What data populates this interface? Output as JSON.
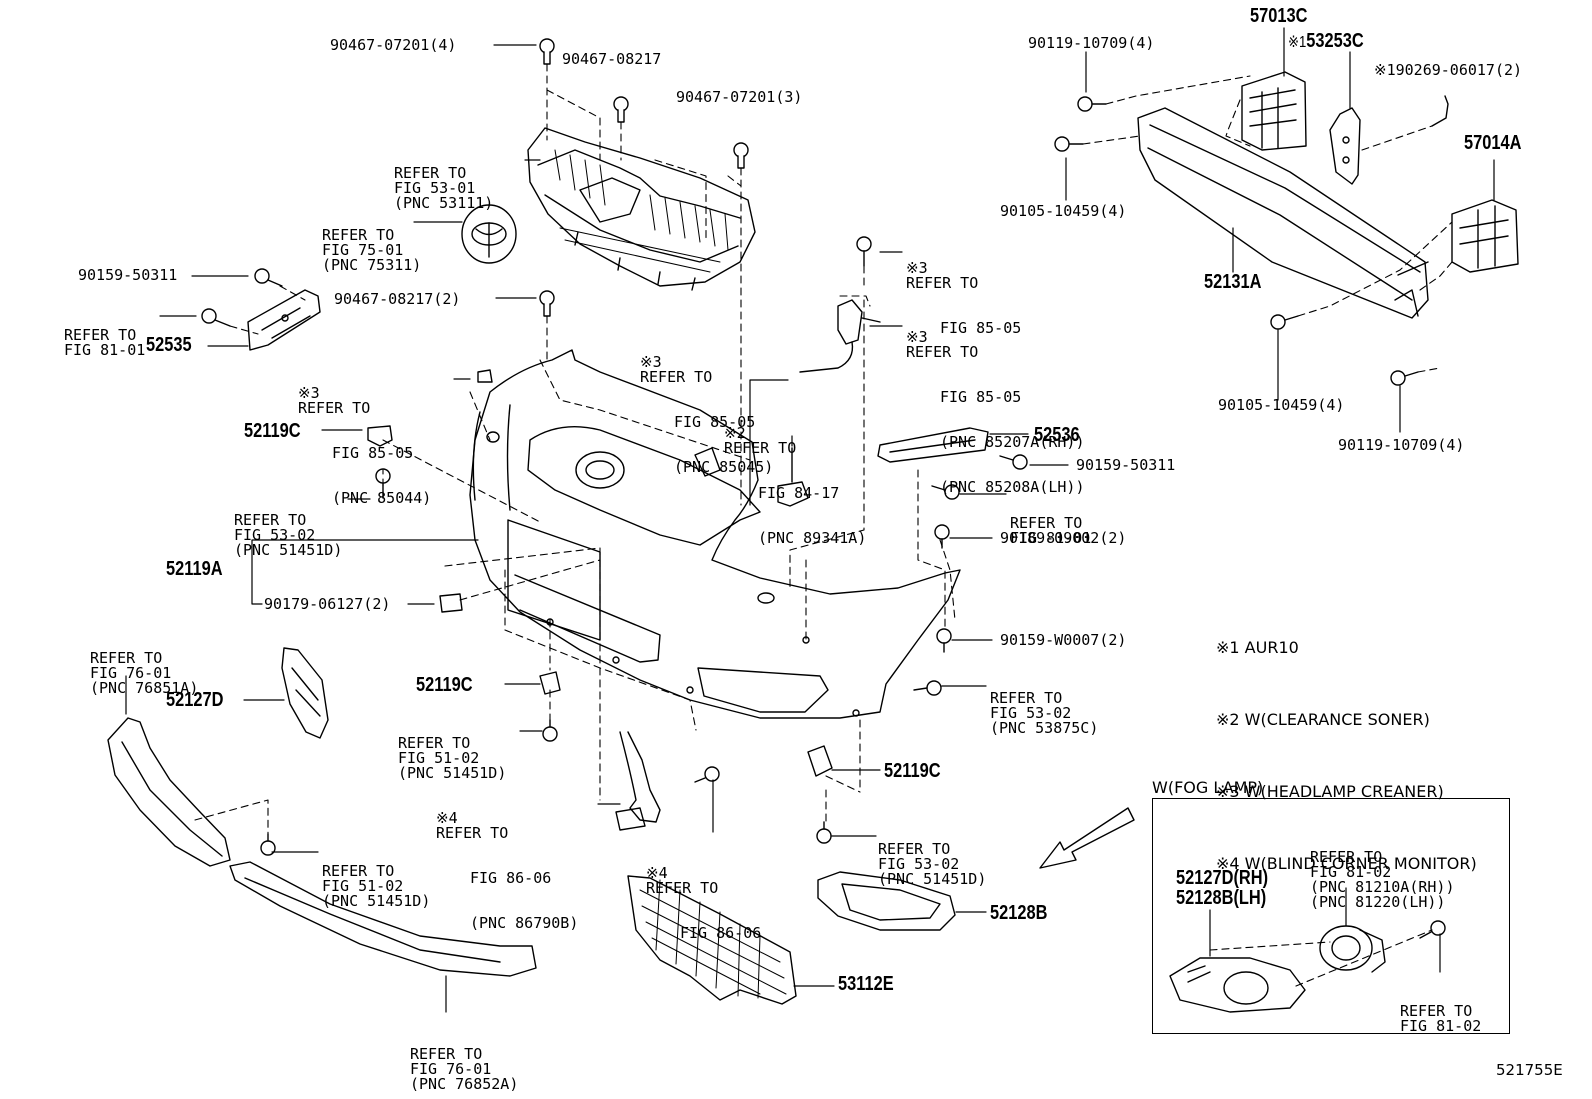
{
  "diagram_id": "521755E",
  "parts": {
    "p57013C": "57013C",
    "p53253C": "53253C",
    "p57014A": "57014A",
    "p52131A": "52131A",
    "p52535": "52535",
    "p52536": "52536",
    "p52119C_a": "52119C",
    "p52119C_b": "52119C",
    "p52119C_c": "52119C",
    "p52119A": "52119A",
    "p52127D": "52127D",
    "p52128B": "52128B",
    "p53112E": "53112E",
    "p52127D_RH": "52127D(RH)",
    "p52128B_LH": "52128B(LH)"
  },
  "bolts": {
    "b9046707201_4": "90467-07201(4)",
    "b9046708217": "90467-08217",
    "b9046707201_3": "90467-07201(3)",
    "b9046708217_2": "90467-08217(2)",
    "b9015950311_a": "90159-50311",
    "b9015950311_b": "90159-50311",
    "b9011910709_4_top": "90119-10709(4)",
    "b9026906017_2": "90269-06017(2)",
    "b9010510459_4_top": "90105-10459(4)",
    "b9010510459_4_bot": "90105-10459(4)",
    "b9011910709_4_bot": "90119-10709(4)",
    "b9018909002_2": "90189-09002(2)",
    "b90159W0007_2": "90159-W0007(2)",
    "b9017906127_2": "90179-06127(2)"
  },
  "marks": {
    "m1": "※1",
    "m1b": "※1",
    "m2": "※2",
    "m3a": "※3",
    "m3b": "※3",
    "m3c": "※3",
    "m3d": "※3",
    "m4a": "※4",
    "m4b": "※4"
  },
  "refs": {
    "grille": [
      "REFER TO",
      "FIG 53-01",
      "(PNC 53111)"
    ],
    "emblem": [
      "REFER TO",
      "FIG 75-01",
      "(PNC 75311)"
    ],
    "fig8101_left": [
      "REFER TO",
      "FIG 81-01"
    ],
    "fig8505_top": [
      "REFER TO",
      "FIG 85-05"
    ],
    "fig8505_rh": [
      "REFER TO",
      "FIG 85-05",
      "(PNC 85207A(RH))",
      "(PNC 85208A(LH))"
    ],
    "fig8505_85045": [
      "REFER TO",
      "FIG 85-05",
      "(PNC 85045)"
    ],
    "fig8505_85044": [
      "REFER TO",
      "FIG 85-05",
      "(PNC 85044)"
    ],
    "fig8417": [
      "REFER TO",
      "FIG 84-17",
      "(PNC 89341A)"
    ],
    "fig8101_right": [
      "REFER TO",
      "FIG 81-01"
    ],
    "fig5302_left": [
      "REFER TO",
      "FIG 53-02",
      "(PNC 51451D)"
    ],
    "fig7601_top": [
      "REFER TO",
      "FIG 76-01",
      "(PNC 76851A)"
    ],
    "fig5102_mid": [
      "REFER TO",
      "FIG 51-02",
      "(PNC 51451D)"
    ],
    "fig5302_53875C": [
      "REFER TO",
      "FIG 53-02",
      "(PNC 53875C)"
    ],
    "fig8606_a": [
      "REFER TO",
      "FIG 86-06",
      "(PNC 86790B)"
    ],
    "fig8606_b": [
      "REFER TO",
      "FIG 86-06"
    ],
    "fig5302_right": [
      "REFER TO",
      "FIG 53-02",
      "(PNC 51451D)"
    ],
    "fig5102_low": [
      "REFER TO",
      "FIG 51-02",
      "(PNC 51451D)"
    ],
    "fig7601_bot": [
      "REFER TO",
      "FIG 76-01",
      "(PNC 76852A)"
    ],
    "fig8102_fog": [
      "REFER TO",
      "FIG 81-02",
      "(PNC 81210A(RH))",
      "(PNC 81220(LH))"
    ],
    "fig8102_bolt": [
      "REFER TO",
      "FIG 81-02"
    ]
  },
  "notes": [
    "※1 AUR10",
    "※2 W(CLEARANCE SONER)",
    "※3 W(HEADLAMP CREANER)",
    "※4 W(BLIND CORNER MONITOR)"
  ],
  "fog_box_title": "W(FOG LAMP)"
}
